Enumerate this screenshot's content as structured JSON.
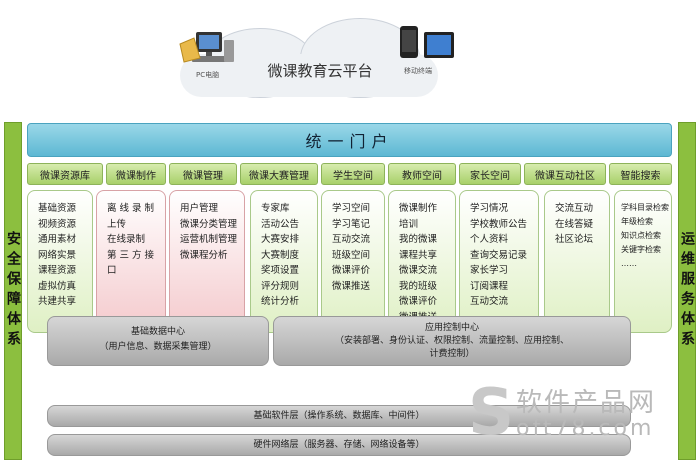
{
  "cloud": {
    "title": "微课教育云平台",
    "pc_label": "PC电脑",
    "mobile_label": "移动终端"
  },
  "left_side": "安全保障体系",
  "right_side": "运维服务体系",
  "portal": "统一门户",
  "modules": [
    {
      "title": "微课资源库",
      "items": [
        "基础资源",
        "视频资源",
        "通用素材",
        "网络实景",
        "课程资源",
        "虚拟仿真",
        "共建共享"
      ]
    },
    {
      "title": "微课制作",
      "items": [
        "离 线 录 制",
        "上传",
        "在线录制",
        "第 三 方 接",
        "口"
      ]
    },
    {
      "title": "微课管理",
      "items": [
        "用户管理",
        "微课分类管理",
        "运营机制管理",
        "微课程分析"
      ]
    },
    {
      "title": "微课大赛管理",
      "items": [
        "专家库",
        "活动公告",
        "大赛安排",
        "大赛制度",
        "奖项设置",
        "评分规则",
        "统计分析"
      ]
    },
    {
      "title": "学生空间",
      "items": [
        "学习空间",
        "学习笔记",
        "互动交流",
        "班级空间",
        "微课评价",
        "微课推送"
      ]
    },
    {
      "title": "教师空间",
      "items": [
        "微课制作",
        "培训",
        "我的微课",
        "课程共享",
        "微课交流",
        "我的班级",
        "微课评价",
        "微课推送"
      ]
    },
    {
      "title": "家长空间",
      "items": [
        "学习情况",
        "学校教师公告",
        "个人资料",
        "查询交易记录",
        "家长学习",
        "订阅课程",
        "互动交流"
      ]
    },
    {
      "title": "微课互动社区",
      "items": [
        "交流互动",
        "在线答疑",
        "社区论坛"
      ]
    },
    {
      "title": "智能搜索",
      "items": [
        "学科目录检索",
        "年级检索",
        "知识点检索",
        "关键字检索",
        "……"
      ]
    }
  ],
  "layers": {
    "data_center_title": "基础数据中心",
    "data_center_sub": "（用户信息、数据采集管理）",
    "app_center_title": "应用控制中心",
    "app_center_sub1": "（安装部署、身份认证、权限控制、流量控制、应用控制、",
    "app_center_sub2": "计费控制）",
    "software": "基础软件层（操作系统、数据库、中间件）",
    "hardware": "硬件网络层（服务器、存储、网络设备等）"
  },
  "watermark": {
    "letter": "S",
    "cn": "软件产品网",
    "url": "oft78.com"
  },
  "colors": {
    "portal": "#5db8d3",
    "module_header": "#a8d06a",
    "side_panel": "#8cbf3f",
    "pink_card": "#f4c9cc",
    "layer_gray": "#a9a9a9"
  }
}
